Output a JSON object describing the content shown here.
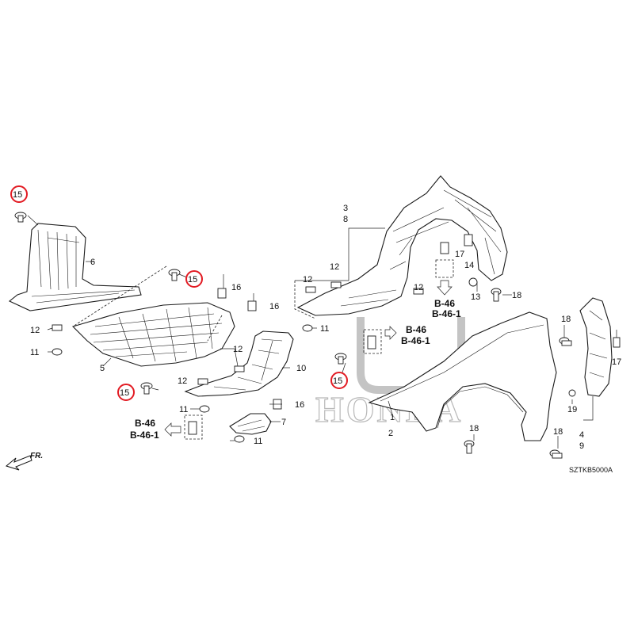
{
  "diagram": {
    "code": "SZTKB5000A",
    "watermark": "HONDA",
    "front_label": "FR.",
    "highlight_color": "#e21b23",
    "labels": [
      {
        "id": "p1",
        "text": "1"
      },
      {
        "id": "p2",
        "text": "2"
      },
      {
        "id": "p3",
        "text": "3"
      },
      {
        "id": "p4",
        "text": "4"
      },
      {
        "id": "p5",
        "text": "5"
      },
      {
        "id": "p6",
        "text": "6"
      },
      {
        "id": "p7",
        "text": "7"
      },
      {
        "id": "p8",
        "text": "8"
      },
      {
        "id": "p9",
        "text": "9"
      },
      {
        "id": "p10",
        "text": "10"
      },
      {
        "id": "p11a",
        "text": "11"
      },
      {
        "id": "p11b",
        "text": "11"
      },
      {
        "id": "p11c",
        "text": "11"
      },
      {
        "id": "p11d",
        "text": "11"
      },
      {
        "id": "p12a",
        "text": "12"
      },
      {
        "id": "p12b",
        "text": "12"
      },
      {
        "id": "p12c",
        "text": "12"
      },
      {
        "id": "p12d",
        "text": "12"
      },
      {
        "id": "p12e",
        "text": "12"
      },
      {
        "id": "p12f",
        "text": "12"
      },
      {
        "id": "p13",
        "text": "13"
      },
      {
        "id": "p14",
        "text": "14"
      },
      {
        "id": "p15a",
        "text": "15"
      },
      {
        "id": "p15b",
        "text": "15"
      },
      {
        "id": "p15c",
        "text": "15"
      },
      {
        "id": "p15d",
        "text": "15"
      },
      {
        "id": "p16a",
        "text": "16"
      },
      {
        "id": "p16b",
        "text": "16"
      },
      {
        "id": "p16c",
        "text": "16"
      },
      {
        "id": "p17a",
        "text": "17"
      },
      {
        "id": "p17b",
        "text": "17"
      },
      {
        "id": "p18a",
        "text": "18"
      },
      {
        "id": "p18b",
        "text": "18"
      },
      {
        "id": "p18c",
        "text": "18"
      },
      {
        "id": "p18d",
        "text": "18"
      },
      {
        "id": "p19",
        "text": "19"
      }
    ],
    "refs": [
      {
        "id": "r1a",
        "text": "B-46"
      },
      {
        "id": "r1b",
        "text": "B-46-1"
      },
      {
        "id": "r2a",
        "text": "B-46"
      },
      {
        "id": "r2b",
        "text": "B-46-1"
      },
      {
        "id": "r3a",
        "text": "B-46"
      },
      {
        "id": "r3b",
        "text": "B-46-1"
      }
    ]
  }
}
